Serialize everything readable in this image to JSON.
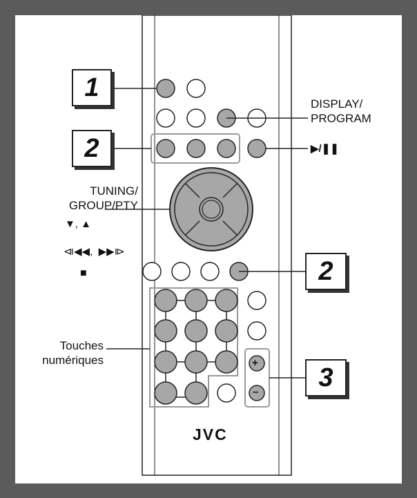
{
  "labels": {
    "display_program": "DISPLAY/\nPROGRAM",
    "play_pause": "▶/❚❚",
    "tuning": "TUNING/\nGROUP/PTY",
    "down_up": "▼, ▲",
    "skip": "⧏◀◀,  ▶▶⧐",
    "stop": "■",
    "numeric": "Touches\nnumériques"
  },
  "callouts": {
    "c1": "1",
    "c2a": "2",
    "c2b": "2",
    "c3": "3"
  },
  "brand": "JVC",
  "volume": {
    "plus": "+",
    "minus": "–"
  },
  "colors": {
    "frame": "#5b5b5b",
    "highlight": "#a7a7a7",
    "button_plain": "#ffffff",
    "outline": "#222222"
  }
}
